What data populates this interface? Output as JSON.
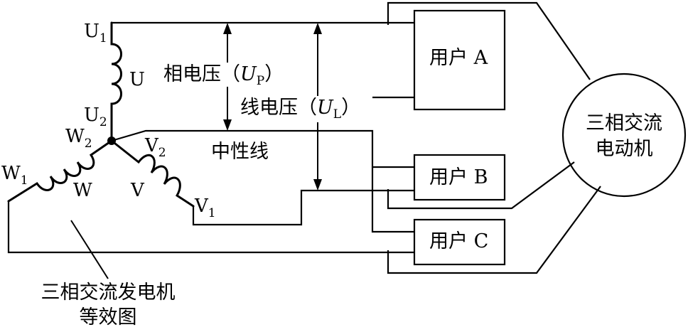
{
  "labels": {
    "u1": "U",
    "u1_sub": "1",
    "u2": "U",
    "u2_sub": "2",
    "u_coil": "U",
    "w1": "W",
    "w1_sub": "1",
    "w2": "W",
    "w2_sub": "2",
    "w_coil": "W",
    "v1": "V",
    "v1_sub": "1",
    "v2": "V",
    "v2_sub": "2",
    "v_coil": "V",
    "phase_voltage": "相电压（",
    "phase_voltage_var": "U",
    "phase_voltage_sub": "P",
    "phase_voltage_end": "）",
    "line_voltage": "线电压（",
    "line_voltage_var": "U",
    "line_voltage_sub": "L",
    "line_voltage_end": "）",
    "neutral_line": "中性线",
    "user_a": "用户 A",
    "user_b": "用户 B",
    "user_c": "用户 C",
    "motor_line1": "三相交流",
    "motor_line2": "电动机",
    "generator_line1": "三相交流发电机",
    "generator_line2": "等效图"
  }
}
